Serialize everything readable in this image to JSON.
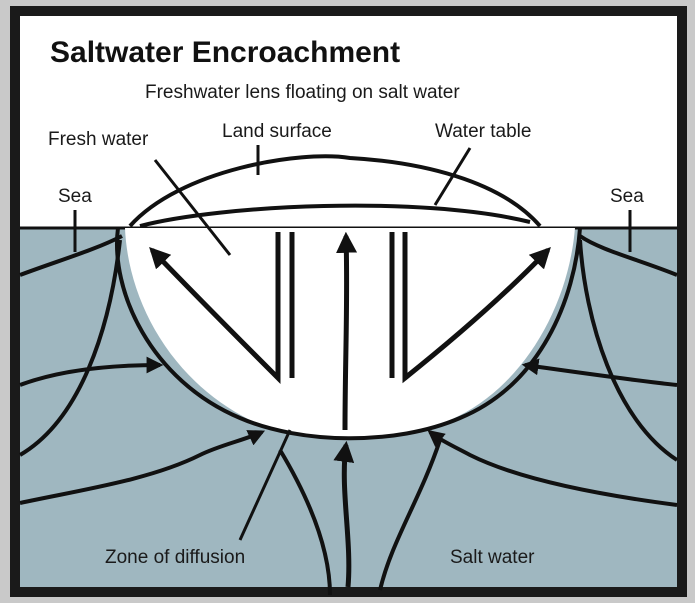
{
  "title": "Saltwater Encroachment",
  "subtitle": "Freshwater lens floating on salt water",
  "labels": {
    "fresh_water": "Fresh water",
    "land_surface": "Land surface",
    "water_table": "Water table",
    "sea_left": "Sea",
    "sea_right": "Sea",
    "zone_of_diffusion": "Zone of diffusion",
    "salt_water": "Salt water"
  },
  "colors": {
    "salt_water": "#9fb7c0",
    "fresh_water": "#ffffff",
    "outline": "#111111",
    "frame": "#1a1a1a",
    "scan_border": "#c9c9c9"
  }
}
